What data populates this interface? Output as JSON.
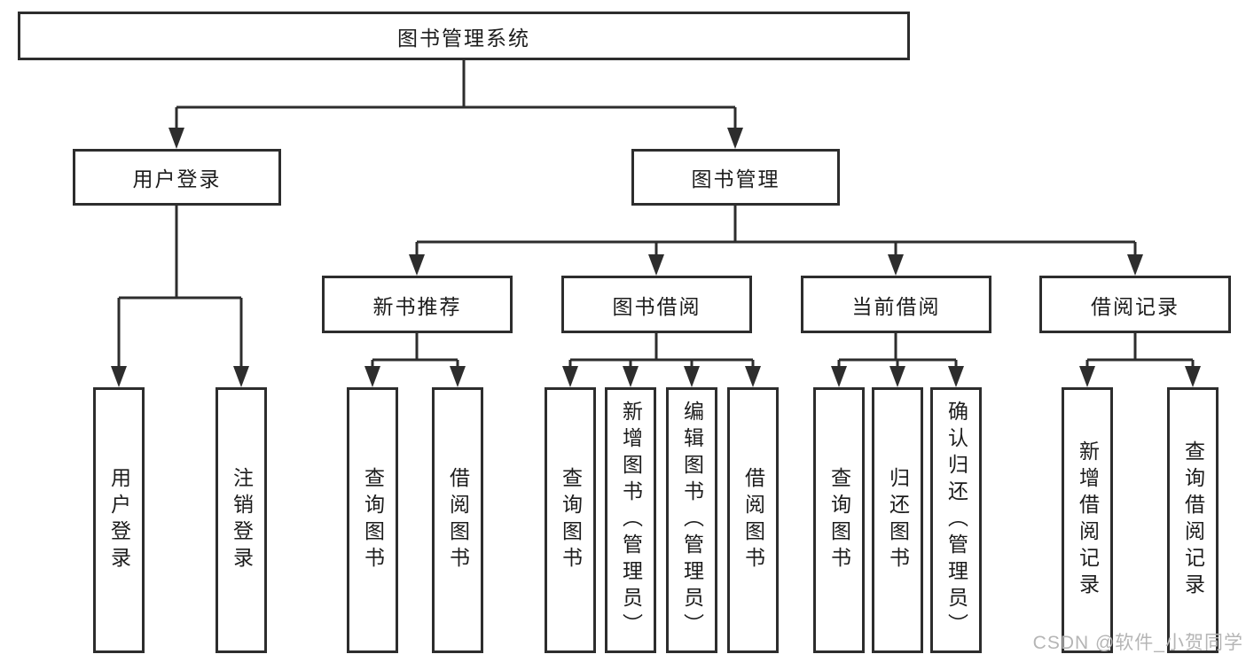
{
  "tree": {
    "root": {
      "label": "图书管理系统"
    },
    "children": [
      {
        "label": "用户登录",
        "children": [
          {
            "label": "用户登录"
          },
          {
            "label": "注销登录"
          }
        ]
      },
      {
        "label": "图书管理",
        "children": [
          {
            "label": "新书推荐",
            "children": [
              {
                "label": "查询图书"
              },
              {
                "label": "借阅图书"
              }
            ]
          },
          {
            "label": "图书借阅",
            "children": [
              {
                "label": "查询图书"
              },
              {
                "label": "新增图书（管理员）"
              },
              {
                "label": "编辑图书（管理员）"
              },
              {
                "label": "借阅图书"
              }
            ]
          },
          {
            "label": "当前借阅",
            "children": [
              {
                "label": "查询图书"
              },
              {
                "label": "归还图书"
              },
              {
                "label": "确认归还（管理员）"
              }
            ]
          },
          {
            "label": "借阅记录",
            "children": [
              {
                "label": "新增借阅记录"
              },
              {
                "label": "查询借阅记录"
              }
            ]
          }
        ]
      }
    ]
  },
  "watermark": {
    "text": "CSDN @软件_小贺同学"
  },
  "colors": {
    "line": "#2d2d2d",
    "box_border": "#2d2d2d",
    "box_background": "#ffffff",
    "text": "#1c1c1c",
    "watermark": "#b5b5b5"
  }
}
